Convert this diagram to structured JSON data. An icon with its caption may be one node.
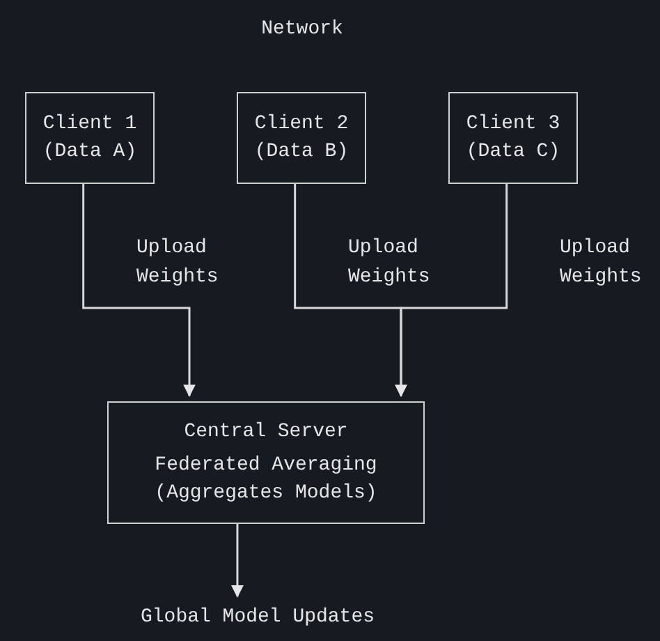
{
  "diagram": {
    "title": "Network",
    "nodes": [
      {
        "text": [
          "Client 1 (Data A)"
        ]
      },
      {
        "text": [
          "Client 2 (Data B)"
        ]
      },
      {
        "text": [
          "Client 3 (Data C)"
        ]
      },
      {
        "text": [
          "Central Server",
          "Federated Averaging (Aggregates Models)"
        ]
      },
      {
        "text": [
          "Global Model Updates"
        ]
      }
    ],
    "edges": [
      {
        "from": 0,
        "to": 3,
        "arrow": "to"
      },
      {
        "from": 1,
        "to": 3,
        "arrow": "to"
      },
      {
        "from": 2,
        "to": 3,
        "arrow": "to"
      },
      {
        "from": 3,
        "to": 4,
        "arrow": "to"
      }
    ],
    "labels": [
      "Upload Weights",
      "Upload Weights",
      "Upload Weights"
    ]
  }
}
